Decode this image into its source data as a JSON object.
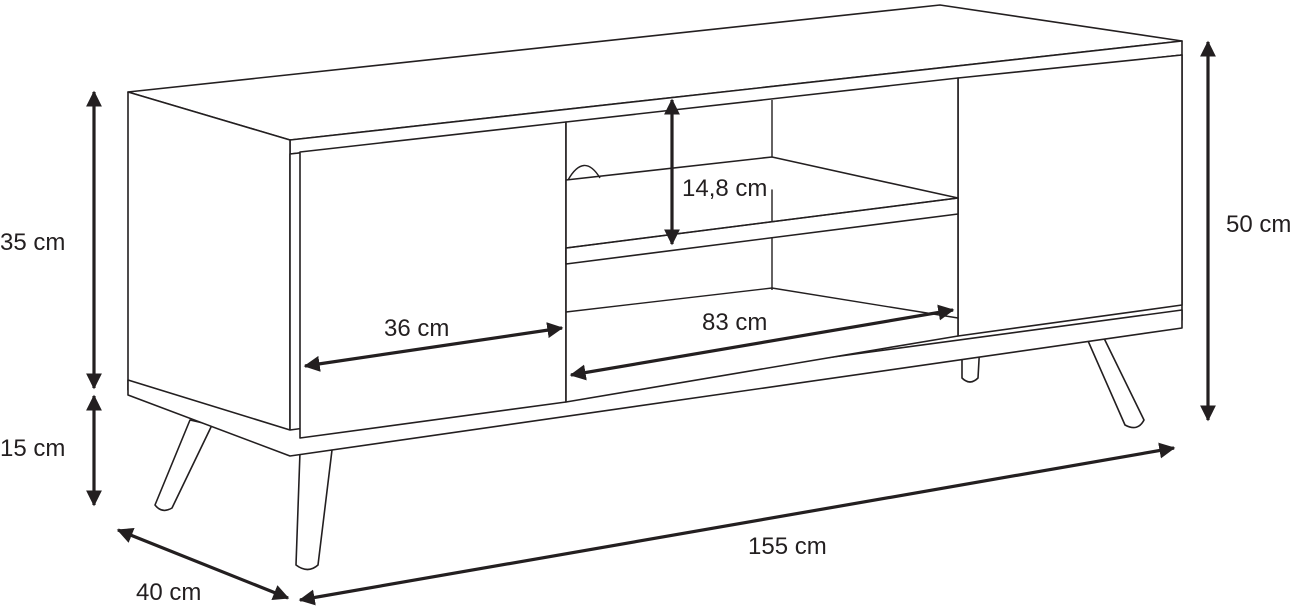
{
  "dimensions": {
    "height_upper": "35 cm",
    "height_lower": "15 cm",
    "height_total": "50 cm",
    "shelf_gap": "14,8 cm",
    "door_width": "36 cm",
    "opening_width": "83 cm",
    "total_width": "155 cm",
    "depth": "40 cm"
  },
  "colors": {
    "line": "#231f20",
    "background": "#ffffff"
  }
}
